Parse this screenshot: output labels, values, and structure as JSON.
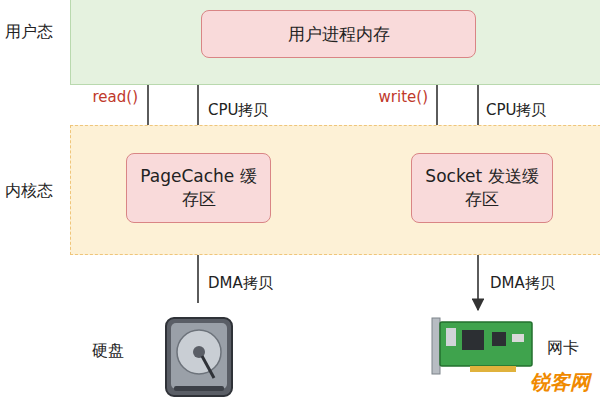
{
  "diagram": {
    "nodes": [
      {
        "text": [
          "用户态"
        ]
      },
      {
        "text": [
          "用户进程内存"
        ],
        "in": 0
      },
      {
        "text": [
          "内核态"
        ]
      },
      {
        "text": [
          "PageCache 缓存区"
        ],
        "in": 2
      },
      {
        "text": [
          "Socket 发送缓存区"
        ],
        "in": 2
      },
      {
        "text": [
          "硬盘"
        ]
      },
      {
        "text": [
          "网卡"
        ]
      }
    ],
    "edges": [
      {
        "from": 1,
        "to": 3,
        "label": "read()",
        "arrow": "both"
      },
      {
        "from": 3,
        "to": 1,
        "label": "CPU拷贝",
        "arrow": "to"
      },
      {
        "from": 1,
        "to": 4,
        "label": "write()",
        "arrow": "both"
      },
      {
        "from": 1,
        "to": 4,
        "label": "CPU拷贝",
        "arrow": "to"
      },
      {
        "from": 5,
        "to": 3,
        "label": "DMA拷贝",
        "arrow": "to"
      },
      {
        "from": 4,
        "to": 6,
        "label": "DMA拷贝",
        "arrow": "to"
      }
    ],
    "labels": [
      "锐客网"
    ]
  }
}
